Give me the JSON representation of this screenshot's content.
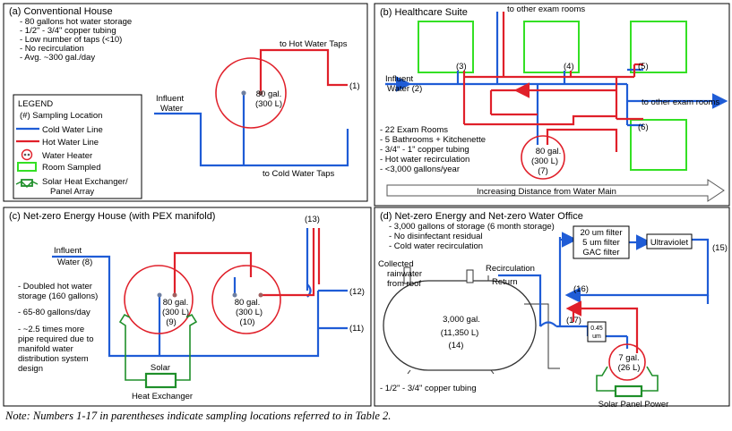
{
  "colors": {
    "cold": "#1f5cd6",
    "hot": "#e0202a",
    "room": "#34e024",
    "solar": "#1f8f2a",
    "panel_border": "#000000"
  },
  "panel_a": {
    "title": "(a) Conventional House",
    "bullets": [
      "- 80 gallons hot water storage",
      "- 1/2\" - 3/4\" copper tubing",
      "- Low number of taps (<10)",
      "- No recirculation",
      "- Avg. ~300 gal./day"
    ],
    "heater_line1": "80 gal.",
    "heater_line2": "(300 L)",
    "influent": "Influent",
    "water": "Water",
    "hot_taps": "to Hot Water Taps",
    "cold_taps": "to Cold Water Taps",
    "loc1": "(1)"
  },
  "legend": {
    "title": "LEGEND",
    "items": [
      "(#)  Sampling Location",
      "Cold Water Line",
      "Hot Water Line",
      "Water Heater",
      "Room Sampled",
      "Solar Heat Exchanger/",
      "Panel Array"
    ]
  },
  "panel_b": {
    "title": "(b) Healthcare Suite",
    "other_rooms_top": "to other exam rooms",
    "other_rooms_right": "to other exam rooms",
    "influent": "Influent",
    "water": "Water (2)",
    "loc3": "(3)",
    "loc4": "(4)",
    "loc5": "(5)",
    "loc6": "(6)",
    "bullets": [
      "- 22 Exam Rooms",
      "- 5 Bathrooms + Kitchenette",
      "- 3/4\" - 1\" copper tubing",
      "- Hot water recirculation",
      "- <3,000 gallons/year"
    ],
    "heater_line1": "80 gal.",
    "heater_line2": "(300 L)",
    "heater_line3": "(7)",
    "arrow_label": "Increasing Distance from Water Main"
  },
  "panel_c": {
    "title": "(c) Net-zero Energy House (with PEX manifold)",
    "influent": "Influent",
    "water": "Water (8)",
    "bullets": [
      "- Doubled hot water",
      "storage (160 gallons)",
      "- 65-80  gallons/day",
      "- ~2.5 times more",
      "pipe required due to",
      "manifold water",
      "distribution system",
      "design"
    ],
    "heater9_line1": "80 gal.",
    "heater9_line2": "(300 L)",
    "heater9_line3": "(9)",
    "heater10_line1": "80 gal.",
    "heater10_line2": "(300 L)",
    "heater10_line3": "(10)",
    "solar": "Solar",
    "heat_exchanger": "Heat Exchanger",
    "loc11": "(11)",
    "loc12": "(12)",
    "loc13": "(13)"
  },
  "panel_d": {
    "title": "(d) Net-zero Energy and Net-zero Water Office",
    "bullets": [
      "- 3,000 gallons of storage (6 month storage)",
      "- No disinfectant residual",
      "- Cold water recirculation"
    ],
    "collected": "Collected",
    "rainwater": "rainwater",
    "from_roof": "from roof",
    "recirculation": "Recirculation",
    "return": "Return",
    "tank_line1": "3,000 gal.",
    "tank_line2": "(11,350 L)",
    "tank_line3": "(14)",
    "filter1": "20 um filter",
    "filter2": "5 um filter",
    "filter3": "GAC filter",
    "uv": "Ultraviolet",
    "loc15": "(15)",
    "loc16": "(16)",
    "loc17": "(17)",
    "um_top": "0.45",
    "um_bottom": "um",
    "heater_line1": "7 gal.",
    "heater_line2": "(26 L)",
    "tubing": "- 1/2\" - 3/4\" copper tubing",
    "solar_panel": "Solar Panel Power"
  },
  "note": "Note: Numbers 1-17 in parentheses indicate sampling locations referred to in Table 2."
}
